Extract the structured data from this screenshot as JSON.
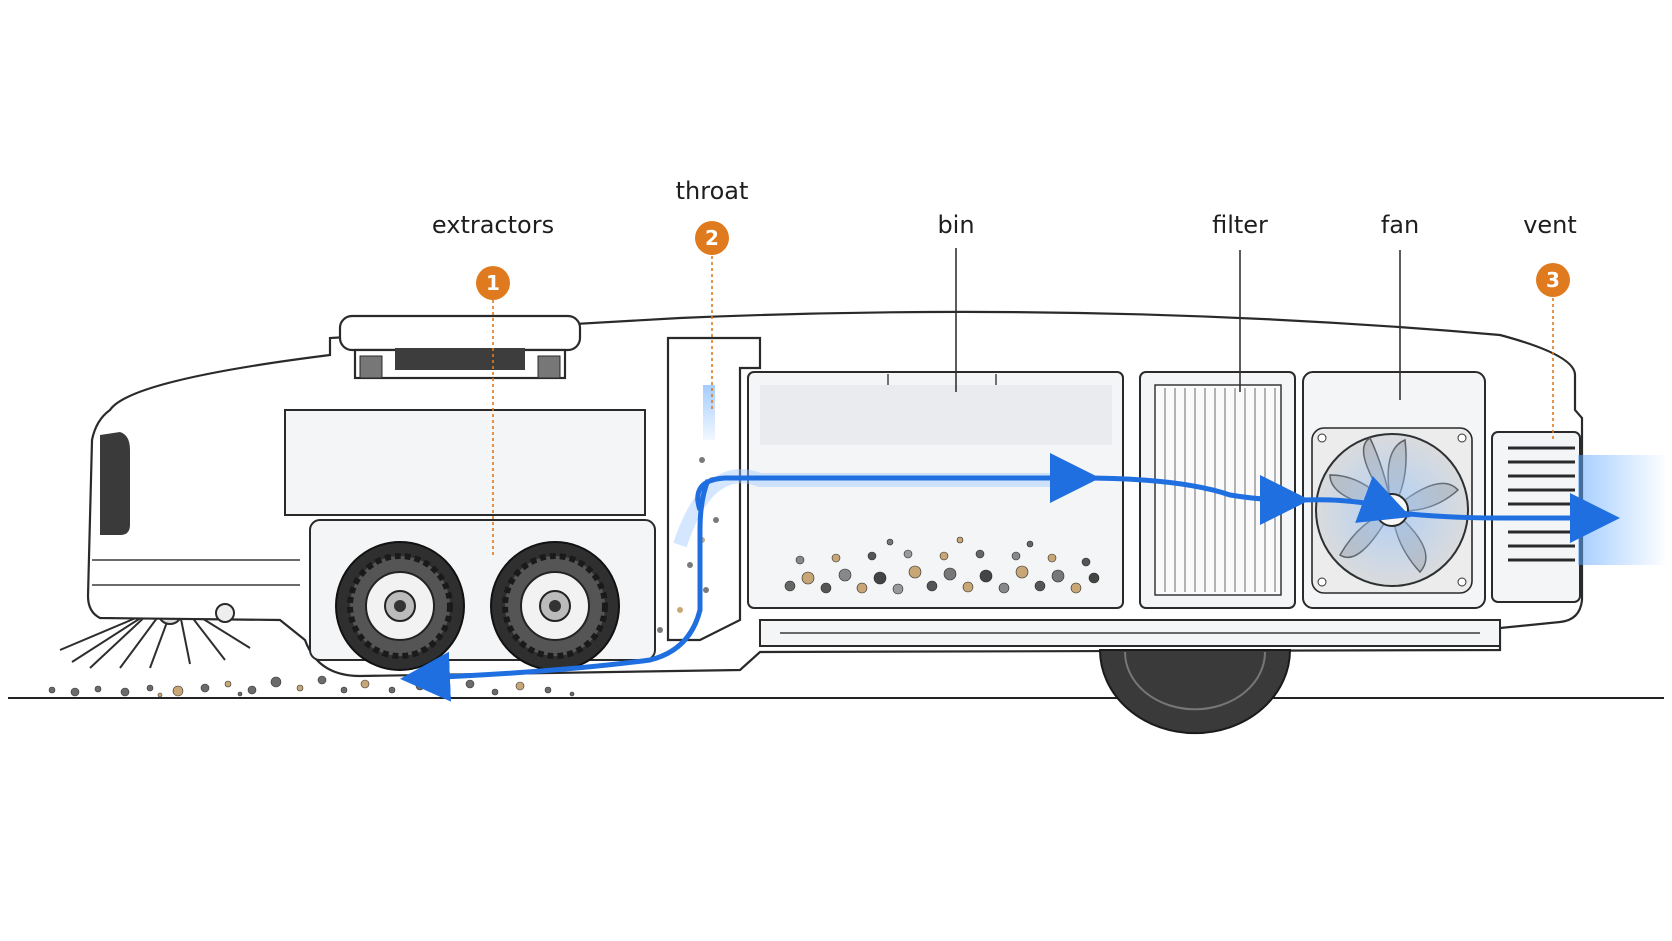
{
  "labels": {
    "extractors": "extractors",
    "throat": "throat",
    "bin": "bin",
    "filter": "filter",
    "fan": "fan",
    "vent": "vent"
  },
  "badges": {
    "extractors": "1",
    "throat": "2",
    "vent": "3"
  },
  "colors": {
    "airflow": "#1f6fe0",
    "badge": "#e07a1f",
    "outline": "#2a2a2a"
  }
}
